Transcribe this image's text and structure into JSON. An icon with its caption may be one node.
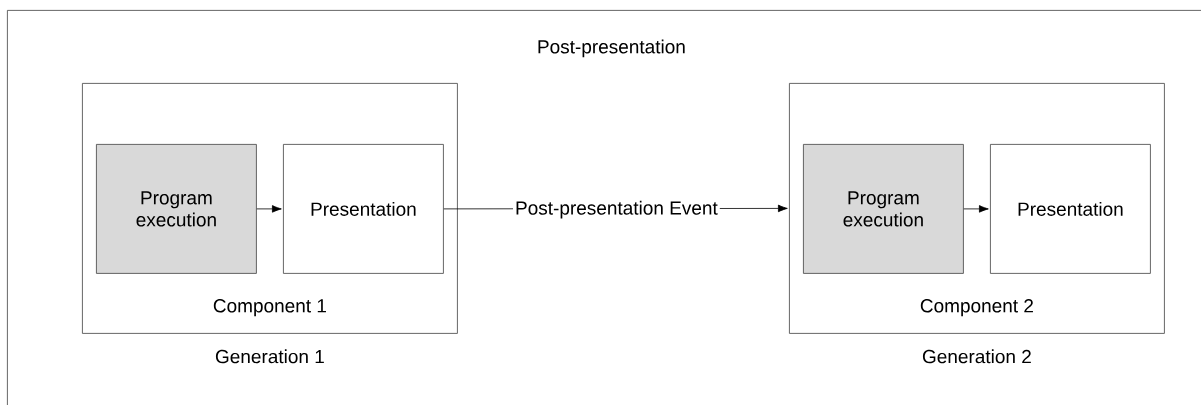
{
  "diagram": {
    "nodes": [
      {
        "text": [
          "Post-presentation"
        ]
      },
      {
        "text": [
          "Component 1"
        ],
        "in": 0,
        "beside": [
          "Generation 1"
        ]
      },
      {
        "text": [
          "Program execution"
        ],
        "in": 1
      },
      {
        "text": [
          "Presentation"
        ],
        "in": 1
      },
      {
        "text": [
          "Component 2"
        ],
        "in": 0,
        "beside": [
          "Generation 2"
        ]
      },
      {
        "text": [
          "Program execution"
        ],
        "in": 4
      },
      {
        "text": [
          "Presentation"
        ],
        "in": 4
      }
    ],
    "edges": [
      {
        "from": 2,
        "to": 3,
        "arrow": "to"
      },
      {
        "from": 3,
        "to": 4,
        "arrow": "to",
        "label": "Post-presentation Event"
      },
      {
        "from": 5,
        "to": 6,
        "arrow": "to"
      }
    ]
  }
}
